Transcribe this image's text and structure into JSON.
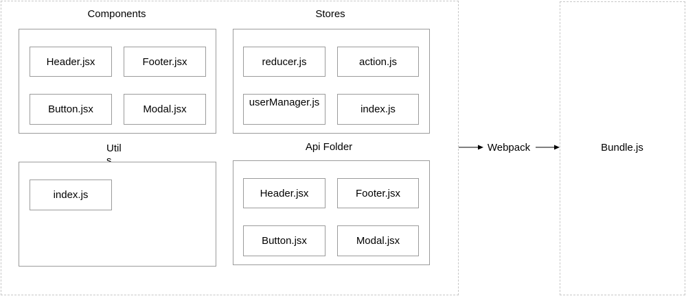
{
  "diagram": {
    "components": {
      "title": "Components",
      "items": [
        "Header.jsx",
        "Footer.jsx",
        "Button.jsx",
        "Modal.jsx"
      ]
    },
    "stores": {
      "title": "Stores",
      "items": [
        "reducer.js",
        "action.js",
        "userManager.js",
        "index.js"
      ]
    },
    "utils": {
      "title_line1": "Util",
      "title_line2": "s",
      "items": [
        "index.js"
      ]
    },
    "api_folder": {
      "title": "Api Folder",
      "items": [
        "Header.jsx",
        "Footer.jsx",
        "Button.jsx",
        "Modal.jsx"
      ]
    },
    "webpack_label": "Webpack",
    "bundle_label": "Bundle.js"
  }
}
